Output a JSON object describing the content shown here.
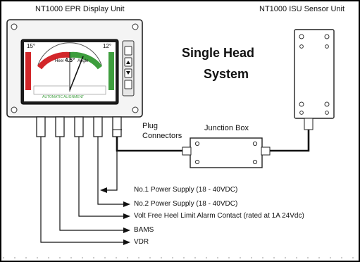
{
  "labels": {
    "display_unit": "NT1000 EPR Display Unit",
    "sensor_unit": "NT1000 ISU Sensor Unit",
    "system_title_line1": "Single Head",
    "system_title_line2": "System",
    "plug_connectors_line1": "Plug",
    "plug_connectors_line2": "Connectors",
    "junction_box": "Junction Box"
  },
  "connections": [
    "No.1 Power Supply (18 - 40VDC)",
    "No.2 Power Supply (18 - 40VDC)",
    "Volt Free Heel Limit Alarm Contact (rated at 1A 24Vdc)",
    "BAMS",
    "VDR"
  ],
  "screen": {
    "heel_label": "Heel",
    "heel_value": "4.5°",
    "heel_unit": "Angle",
    "left_value": "15°",
    "right_value": "12°",
    "status_text": "AUTOMATIC ALIGNMENT"
  },
  "colors": {
    "port": "#d2262a",
    "starboard": "#3e9e3e",
    "screen_bg": "#1c1c1c",
    "frame": "#000000"
  }
}
